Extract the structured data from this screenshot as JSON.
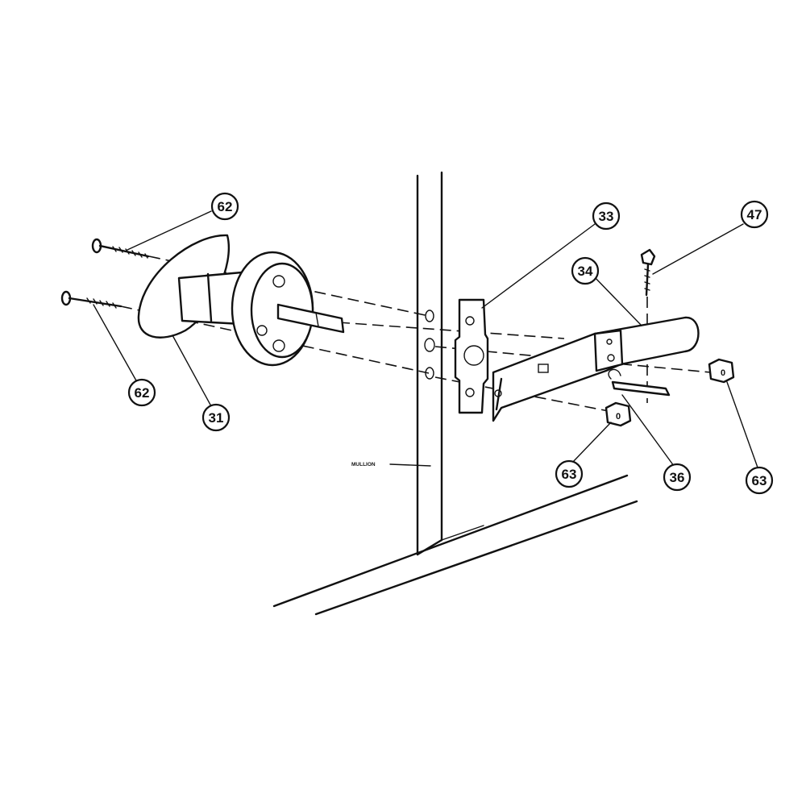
{
  "labels": {
    "mullion": "MULLION"
  },
  "callouts": [
    {
      "id": "c62a",
      "text": "62"
    },
    {
      "id": "c62b",
      "text": "62"
    },
    {
      "id": "c31",
      "text": "31"
    },
    {
      "id": "c33",
      "text": "33"
    },
    {
      "id": "c34",
      "text": "34"
    },
    {
      "id": "c47",
      "text": "47"
    },
    {
      "id": "c63a",
      "text": "63"
    },
    {
      "id": "c63b",
      "text": "63"
    },
    {
      "id": "c36",
      "text": "36"
    }
  ],
  "nut_marks": [
    "0",
    "0"
  ]
}
